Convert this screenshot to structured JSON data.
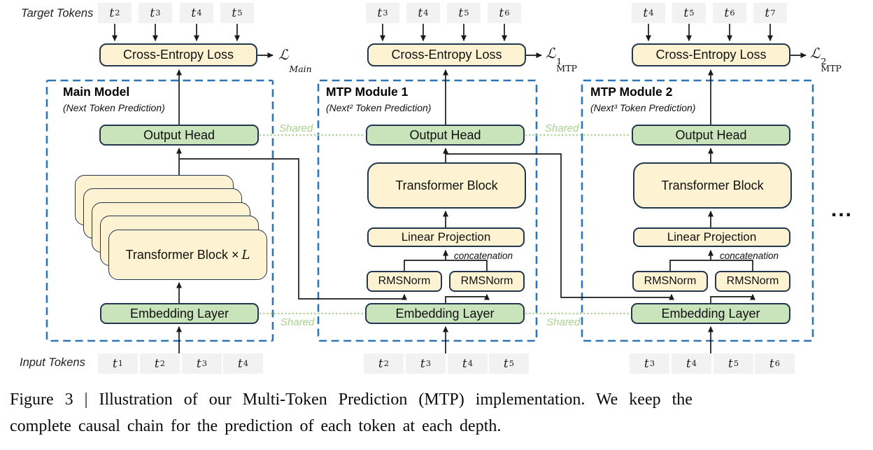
{
  "figure": {
    "target_tokens_label": "Target Tokens",
    "input_tokens_label": "Input Tokens",
    "token_base": "t",
    "shared_label": "Shared",
    "concatenation_label": "concatenation",
    "ellipsis": "...",
    "loss_labels": [
      {
        "symbol": "ℒ",
        "sup": "",
        "sub": "Main"
      },
      {
        "symbol": "ℒ",
        "sup": "1",
        "sub": "MTP"
      },
      {
        "symbol": "ℒ",
        "sup": "2",
        "sub": "MTP"
      }
    ],
    "modules": [
      {
        "title": "Main Model",
        "subtitle": "(Next Token Prediction)",
        "target_subs": [
          "2",
          "3",
          "4",
          "5"
        ],
        "input_subs": [
          "1",
          "2",
          "3",
          "4"
        ],
        "cross_entropy": "Cross-Entropy Loss",
        "output_head": "Output Head",
        "transformer_label": "Transformer Block ×",
        "transformer_var": "L",
        "embedding": "Embedding Layer"
      },
      {
        "title": "MTP Module 1",
        "subtitle": "(Next² Token Prediction)",
        "target_subs": [
          "3",
          "4",
          "5",
          "6"
        ],
        "input_subs": [
          "2",
          "3",
          "4",
          "5"
        ],
        "cross_entropy": "Cross-Entropy Loss",
        "output_head": "Output Head",
        "transformer": "Transformer Block",
        "linear": "Linear Projection",
        "rmsnorm": "RMSNorm",
        "embedding": "Embedding Layer"
      },
      {
        "title": "MTP Module 2",
        "subtitle": "(Next³ Token Prediction)",
        "target_subs": [
          "4",
          "5",
          "6",
          "7"
        ],
        "input_subs": [
          "3",
          "4",
          "5",
          "6"
        ],
        "cross_entropy": "Cross-Entropy Loss",
        "output_head": "Output Head",
        "transformer": "Transformer Block",
        "linear": "Linear Projection",
        "rmsnorm": "RMSNorm",
        "embedding": "Embedding Layer"
      }
    ],
    "caption": {
      "line1": "Figure 3 | Illustration of our Multi-Token Prediction (MTP) implementation.  We keep the",
      "line2": "complete causal chain for the prediction of each token at each depth."
    },
    "colors": {
      "box_yellow": "#fdf3d2",
      "box_green": "#c9e3bb",
      "box_border": "#24364e",
      "module_dash": "#2e75b6",
      "shared_green": "#a9d18e",
      "token_bg": "#f2f2f2"
    }
  }
}
